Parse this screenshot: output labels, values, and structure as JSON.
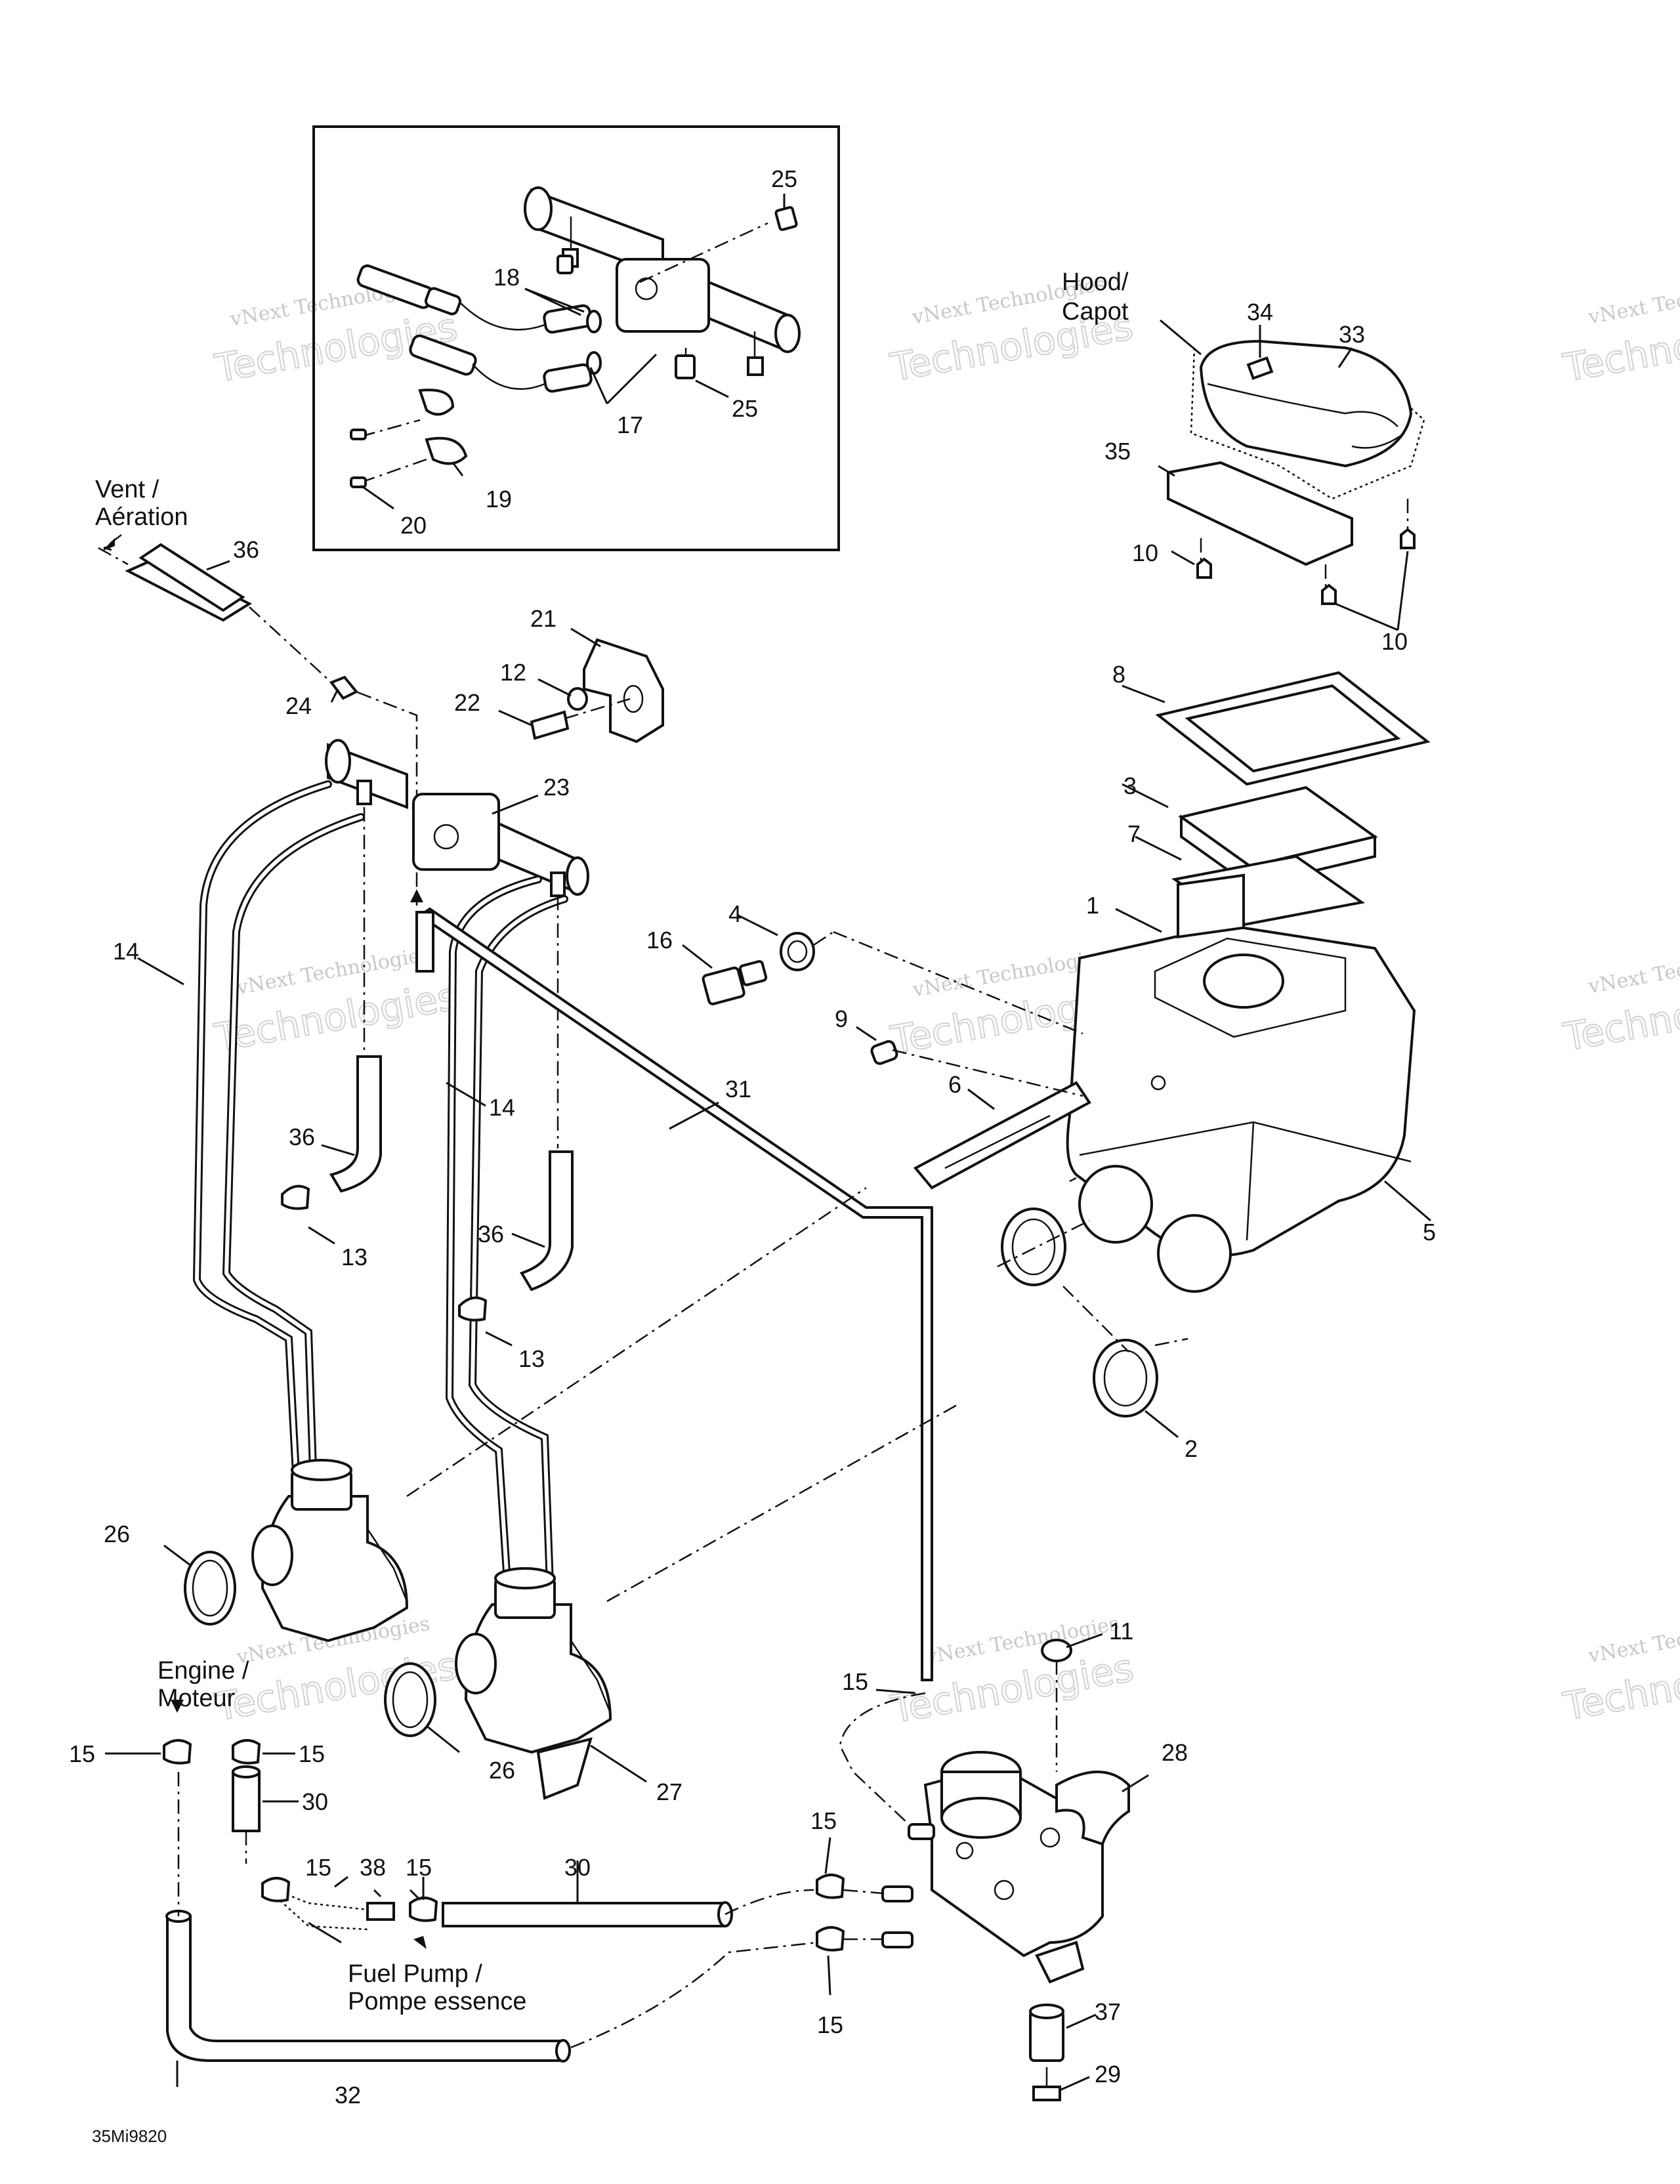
{
  "labels": {
    "hood": [
      "Hood/",
      "Capot"
    ],
    "vent": [
      "Vent /",
      "Aération"
    ],
    "engine": [
      "Engine /",
      "Moteur"
    ],
    "fuel_pump": [
      "Fuel Pump /",
      "Pompe essence"
    ]
  },
  "part_numbers": {
    "p1": "1",
    "p2": "2",
    "p3": "3",
    "p4": "4",
    "p5": "5",
    "p6": "6",
    "p7": "7",
    "p8": "8",
    "p9": "9",
    "p10a": "10",
    "p10b": "10",
    "p11": "11",
    "p12": "12",
    "p13a": "13",
    "p13b": "13",
    "p14a": "14",
    "p14b": "14",
    "p15a": "15",
    "p15b": "15",
    "p15c": "15",
    "p15d": "15",
    "p15e": "15",
    "p15f": "15",
    "p15g": "15",
    "p16": "16",
    "p17": "17",
    "p18": "18",
    "p19": "19",
    "p20": "20",
    "p21": "21",
    "p22": "22",
    "p23": "23",
    "p24": "24",
    "p25a": "25",
    "p25b": "25",
    "p26a": "26",
    "p26b": "26",
    "p27": "27",
    "p28": "28",
    "p29": "29",
    "p30a": "30",
    "p30b": "30",
    "p31": "31",
    "p32": "32",
    "p33": "33",
    "p34": "34",
    "p35": "35",
    "p36a": "36",
    "p36b": "36",
    "p36c": "36",
    "p37": "37",
    "p38": "38"
  },
  "watermark": {
    "line1": "vNext Technologies",
    "line2": "Technologies"
  },
  "drawing_code": "35Mi9820"
}
